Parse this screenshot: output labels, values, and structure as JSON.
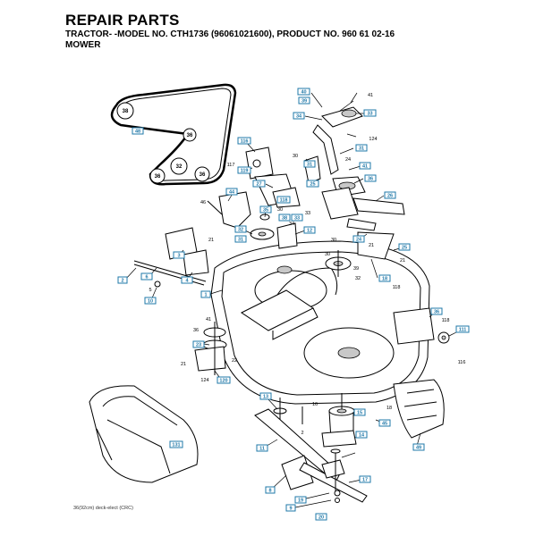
{
  "header": {
    "title": "REPAIR PARTS",
    "subtitle_line1": "TRACTOR- -MODEL NO. CTH1736 (96061021600), PRODUCT NO. 960 61 02-16",
    "subtitle_line2": "MOWER"
  },
  "footer": {
    "caption": "36(92cm) deck-elect (CRC)"
  },
  "callouts": {
    "c40": "40",
    "c41a": "41",
    "c39": "39",
    "c33a": "33",
    "c34": "34",
    "c124a": "124",
    "c30a": "30",
    "c31": "31",
    "c24a": "24",
    "c41b": "41",
    "c31b": "31",
    "c36a": "36",
    "c116": "116",
    "c117": "117",
    "c119": "119",
    "c27": "27",
    "c25a": "25",
    "c118a": "118",
    "c26": "26",
    "c44": "44",
    "c46": "46",
    "c35": "35",
    "c38": "38",
    "c32a": "32",
    "c30b": "30",
    "c33b": "33",
    "c33c": "33",
    "c34b": "34",
    "c21a": "21",
    "c31c": "31",
    "c12": "12",
    "c24b": "24",
    "c25b": "25",
    "c21b": "21",
    "c30c": "30",
    "c21c": "21",
    "c30d": "30",
    "c39b": "39",
    "c32b": "32",
    "c18": "18",
    "c3": "3",
    "c2": "2",
    "c6": "6",
    "c4": "4",
    "c5": "5",
    "c10": "10",
    "c1": "1",
    "c118b": "118",
    "c36b": "36",
    "c111": "111",
    "c116b": "116",
    "c118c": "118",
    "c41c": "41",
    "c36c": "36",
    "c23": "23",
    "c21d": "21",
    "c22": "22",
    "c124b": "124",
    "c120": "120",
    "c13": "13",
    "c2b": "2",
    "c16": "16",
    "c15": "15",
    "c18b": "18",
    "c14": "14",
    "c45": "45",
    "c49": "49",
    "c131": "131",
    "c11": "11",
    "c8": "8",
    "c19": "19",
    "c9": "9",
    "c20": "20",
    "c48": "48",
    "c17": "17",
    "p_belt_38": "38",
    "p_belt_36a": "36",
    "p_belt_32": "32",
    "p_belt_36b": "36",
    "p_belt_36c": "36"
  }
}
